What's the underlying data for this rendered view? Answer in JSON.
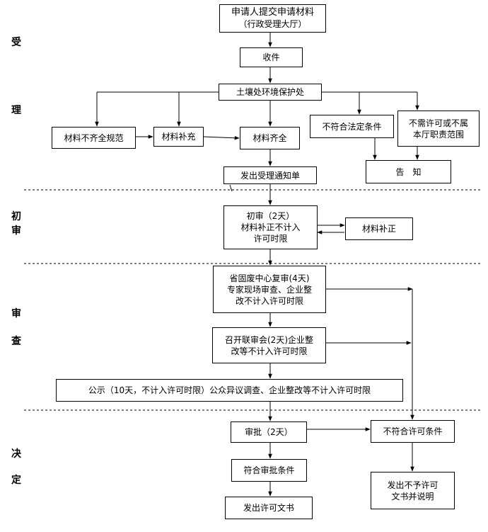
{
  "stages": {
    "accept": [
      "受",
      "理"
    ],
    "initial_review": [
      "初",
      "审"
    ],
    "review": [
      "审",
      "查"
    ],
    "decision": [
      "决",
      "定"
    ]
  },
  "boxes": {
    "apply": [
      "申请人提交申请材料",
      "（行政受理大厅）"
    ],
    "receive": "收件",
    "soil_office": "土壤处环境保护处",
    "incomplete": "材料不齐全规范",
    "supplement": "材料补充",
    "complete": "材料齐全",
    "nonconforming": "不符合法定条件",
    "no_permit_needed": [
      "不需许可或不属",
      "本厅职责范围"
    ],
    "notify": "告　知",
    "acceptance_notice": "发出受理通知单",
    "first_review": [
      "初审（2天）",
      "材料补正不计入",
      "许可时限"
    ],
    "correction": "材料补正",
    "center_review": [
      "省固废中心复审(4天)",
      "专家现场审查、企业整",
      "改不计入许可时限"
    ],
    "joint_meeting": [
      "召开联审会(2天)企业整",
      "改等不计入许可时限"
    ],
    "publicity": "公示（10天，不计入许可时限）公众异议调查、企业整改等不计入许可时限",
    "approval": "审批（2天）",
    "not_permitted_cond": "不符合许可条件",
    "meets_cond": "符合审批条件",
    "issue_license": "发出许可文书",
    "issue_denial": [
      "发出不予许可",
      "文书并说明"
    ]
  }
}
